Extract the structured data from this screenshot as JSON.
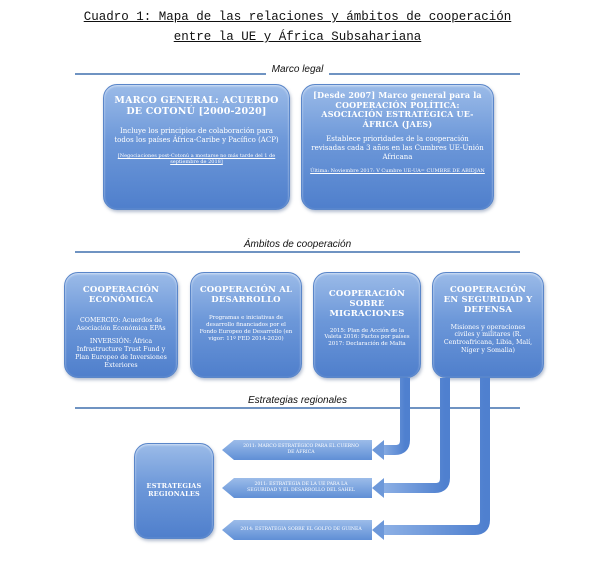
{
  "title": {
    "line1": "Cuadro 1: Mapa de las relaciones y ámbitos de cooperación",
    "line2": "entre la UE y África Subsahariana"
  },
  "sections": {
    "legal": "Marco legal",
    "ambitos": "Ámbitos de cooperación",
    "estrategias": "Estrategias regionales"
  },
  "cotonou": {
    "heading": "MARCO GENERAL: ACUERDO DE COTONÚ [2000-2020]",
    "body": "Incluye los principios de colaboración para todos los países África-Caribe y Pacífico (ACP)",
    "note": "[Negociaciones post-Cotonú a mostarse no más tarde del 1 de septiembre de 2018]"
  },
  "jaes": {
    "heading": "[Desde 2007] Marco general para la COOPERACIÓN POLÍTICA: ASOCIACIÓN ESTRATÉGICA UE-ÁFRICA (JAES)",
    "body": "Establece prioridades de la cooperación revisadas cada 3 años en las Cumbres UE-Unión Africana",
    "note": "Última: Noviembre 2017: V Cumbre UE-UA= CUMBRE DE ABIDJAN"
  },
  "economica": {
    "heading": "COOPERACIÓN ECONÓMICA",
    "body1": "COMERCIO: Acuerdos de Asociación Económica EPAs",
    "body2": "INVERSIÓN: África Infrastructure Trust Fund y Plan Europeo de Inversiones Exteriores"
  },
  "desarrollo": {
    "heading": "COOPERACIÓN AL DESARROLLO",
    "body": "Programas e iniciativas de desarrollo financiados por el Fondo Europeo de Desarrollo (en vigor: 11º FED 2014-2020)"
  },
  "migraciones": {
    "heading": "COOPERACIÓN SOBRE MIGRACIONES",
    "body": "2015: Plan de Acción de la Valeta 2016: Pactos por países 2017: Declaración de Malta"
  },
  "seguridad": {
    "heading": "COOPERACIÓN EN SEGURIDAD Y DEFENSA",
    "body": "Misiones y operaciones civiles y militares (R. Centroafricana, Libia, Malí, Níger y Somalia)"
  },
  "regional": {
    "heading": "ESTRATEGIAS REGIONALES",
    "items": [
      "2011: MARCO ESTRATÉGICO PARA EL CUERNO DE ÁFRICA",
      "2011: ESTRATEGIA DE LA UE PARA LA SEGURIDAD Y EL DESARROLLO DEL SAHEL",
      "2014: ESTRATEGIA SOBRE EL GOLFO DE GUINEA"
    ]
  }
}
